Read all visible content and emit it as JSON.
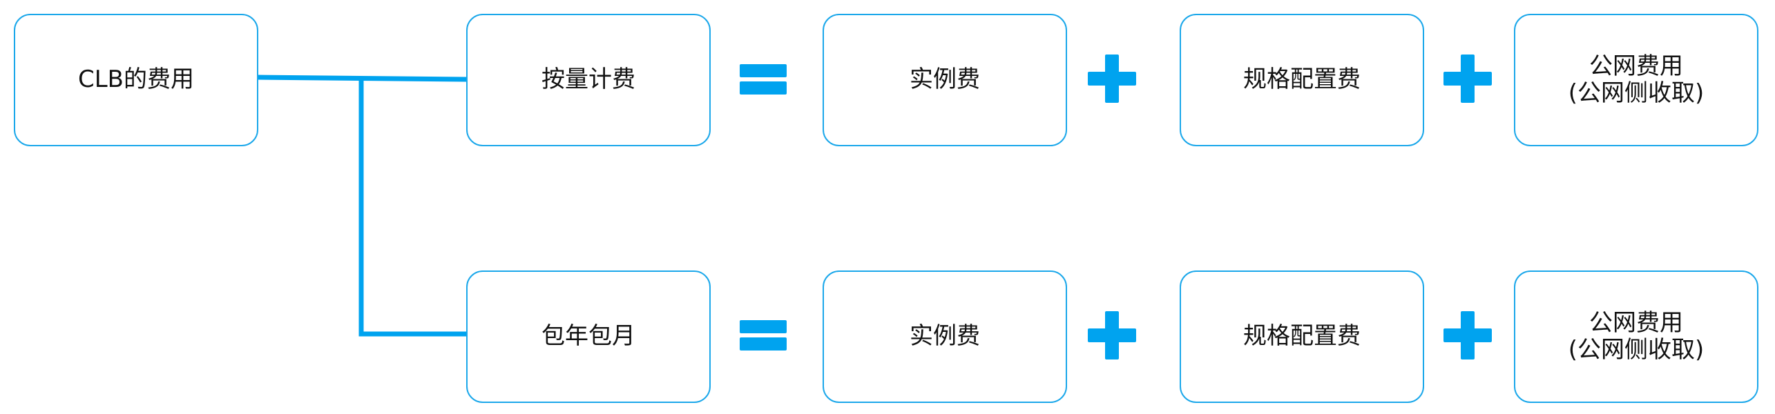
{
  "root": {
    "label": "CLB的费用"
  },
  "rows": [
    {
      "billing_label": "按量计费",
      "instance_label": "实例费",
      "spec_label": "规格配置费",
      "network_label_line1": "公网费用",
      "network_label_line2": "(公网侧收取)"
    },
    {
      "billing_label": "包年包月",
      "instance_label": "实例费",
      "spec_label": "规格配置费",
      "network_label_line1": "公网费用",
      "network_label_line2": "(公网侧收取)"
    }
  ],
  "colors": {
    "border": "#1aa7ea",
    "accent": "#00a3ef",
    "text": "#111111",
    "background": "#ffffff"
  }
}
